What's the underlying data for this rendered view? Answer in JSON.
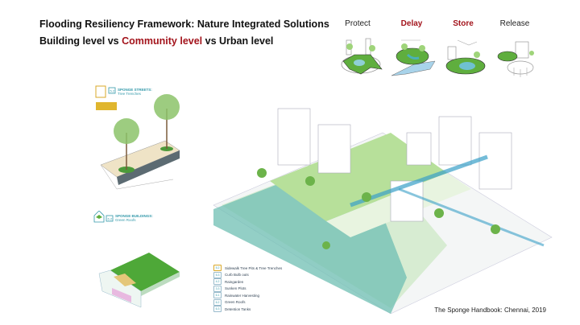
{
  "title": {
    "line1": "Flooding Resiliency Framework: Nature Integrated Solutions",
    "line2_a": "Building level vs ",
    "line2_highlight": "Community level",
    "line2_b": " vs Urban level"
  },
  "stages": [
    {
      "label": "Protect",
      "highlighted": false,
      "icon": "protect-illustration"
    },
    {
      "label": "Delay",
      "highlighted": true,
      "icon": "delay-illustration"
    },
    {
      "label": "Store",
      "highlighted": true,
      "icon": "store-illustration"
    },
    {
      "label": "Release",
      "highlighted": false,
      "icon": "release-illustration"
    }
  ],
  "panels": {
    "tree_trenches": {
      "code": "5.2",
      "title": "SPONGE STREETS:",
      "subtitle": "Tree Trenches"
    },
    "green_roofs": {
      "code": "6.2",
      "title": "SPONGE BUILDINGS:",
      "subtitle": "Green Roofs"
    }
  },
  "legend": [
    {
      "code": "5.2",
      "label": "Sidewalk Tree Pits & Tree Trenches"
    },
    {
      "code": "5.3",
      "label": "Curb Bulb outs"
    },
    {
      "code": "4.2",
      "label": "Raingarden"
    },
    {
      "code": "3.3",
      "label": "Sunken Plots"
    },
    {
      "code": "6.1",
      "label": "Rainwater Harvesting"
    },
    {
      "code": "6.2",
      "label": "Green Roofs"
    },
    {
      "code": "6.3",
      "label": "Detention Tanks"
    }
  ],
  "caption": "The Sponge Handbook: Chennai, 2019",
  "colors": {
    "accent_red": "#a3141c",
    "green": "#5fae3e",
    "water": "#4ab0b8"
  }
}
